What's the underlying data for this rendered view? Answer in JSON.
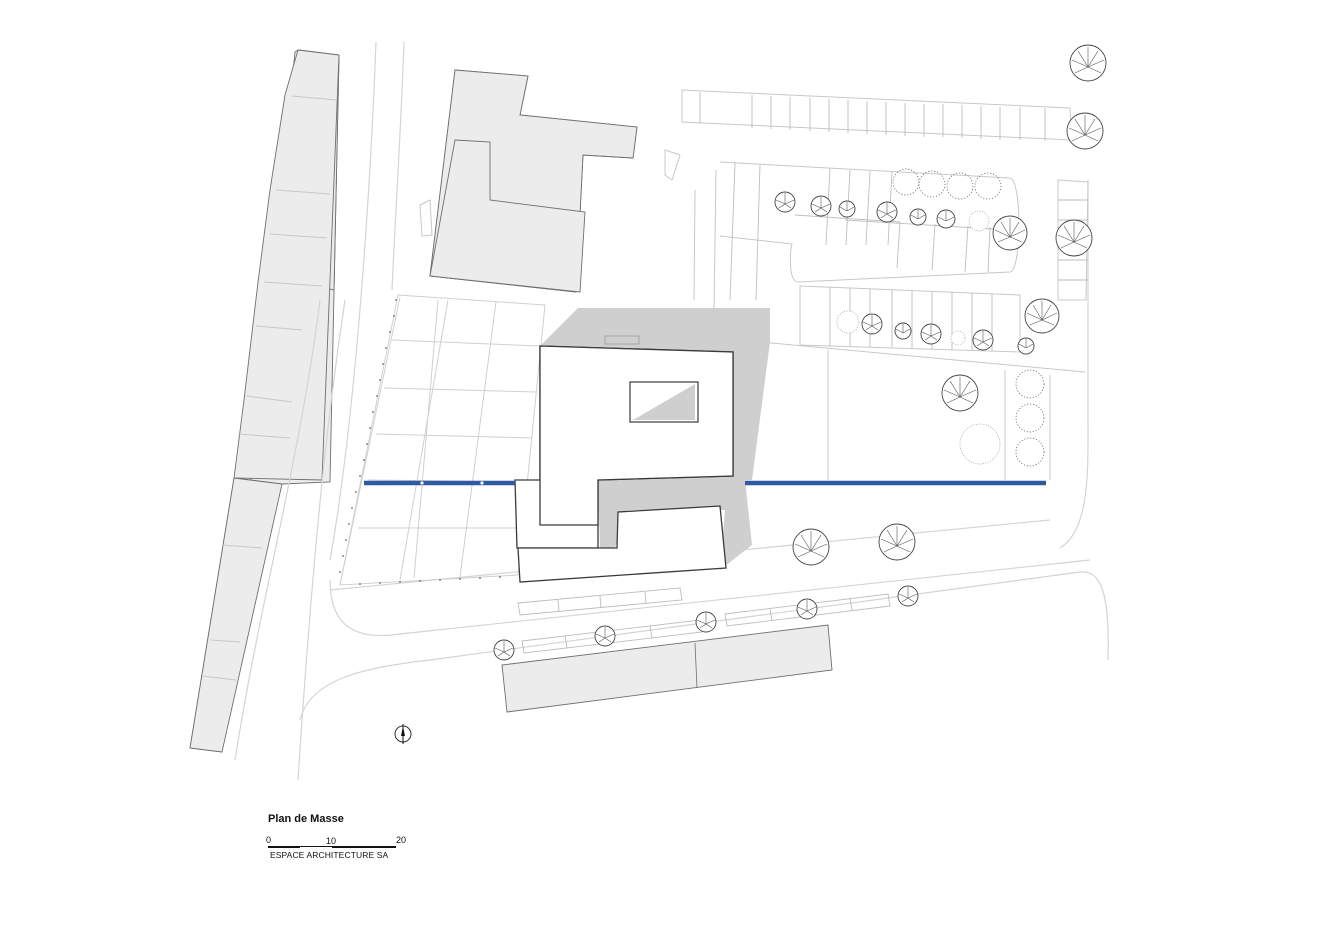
{
  "title": "Plan de Masse",
  "scale": {
    "labels": [
      "0",
      "10",
      "20"
    ]
  },
  "credit": "ESPACE ARCHITECTURE SA",
  "colors": {
    "axis": "#2f5aa0",
    "building_fill": "#ececec",
    "shadow": "#cfcfcf"
  },
  "icons": {
    "north": "north-arrow-icon",
    "tree": "tree-icon"
  }
}
